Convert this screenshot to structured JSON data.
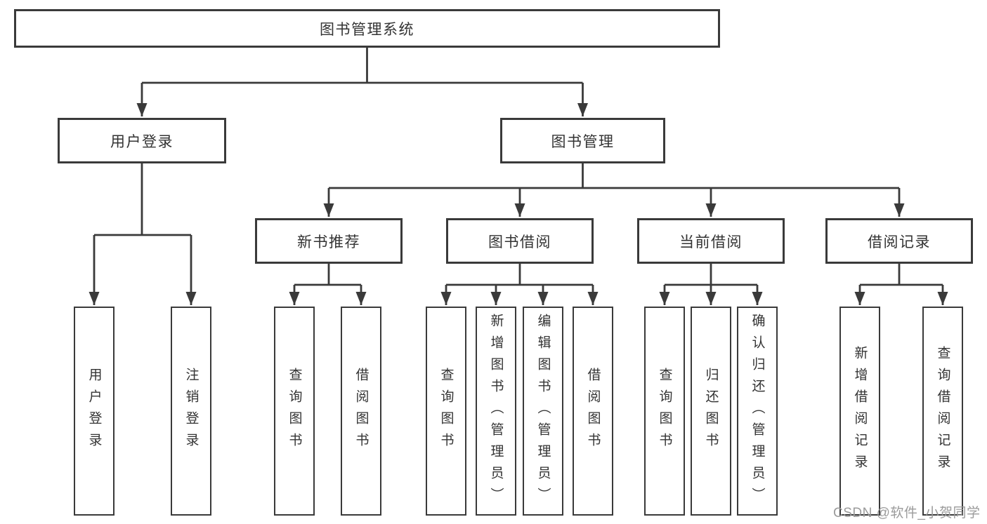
{
  "tree": {
    "label": "图书管理系统",
    "children": [
      {
        "label": "用户登录",
        "children": [
          {
            "label": "用户登录"
          },
          {
            "label": "注销登录"
          }
        ]
      },
      {
        "label": "图书管理",
        "children": [
          {
            "label": "新书推荐",
            "children": [
              {
                "label": "查询图书"
              },
              {
                "label": "借阅图书"
              }
            ]
          },
          {
            "label": "图书借阅",
            "children": [
              {
                "label": "查询图书"
              },
              {
                "label": "新增图书（管理员）"
              },
              {
                "label": "编辑图书（管理员）"
              },
              {
                "label": "借阅图书"
              }
            ]
          },
          {
            "label": "当前借阅",
            "children": [
              {
                "label": "查询图书"
              },
              {
                "label": "归还图书"
              },
              {
                "label": "确认归还（管理员）"
              }
            ]
          },
          {
            "label": "借阅记录",
            "children": [
              {
                "label": "新增借阅记录"
              },
              {
                "label": "查询借阅记录"
              }
            ]
          }
        ]
      }
    ]
  },
  "watermark": "CSDN @软件_小贺同学",
  "colors": {
    "line": "#3a3a3a",
    "text": "#333333",
    "background": "#ffffff",
    "watermark": "#9b9b9b"
  }
}
